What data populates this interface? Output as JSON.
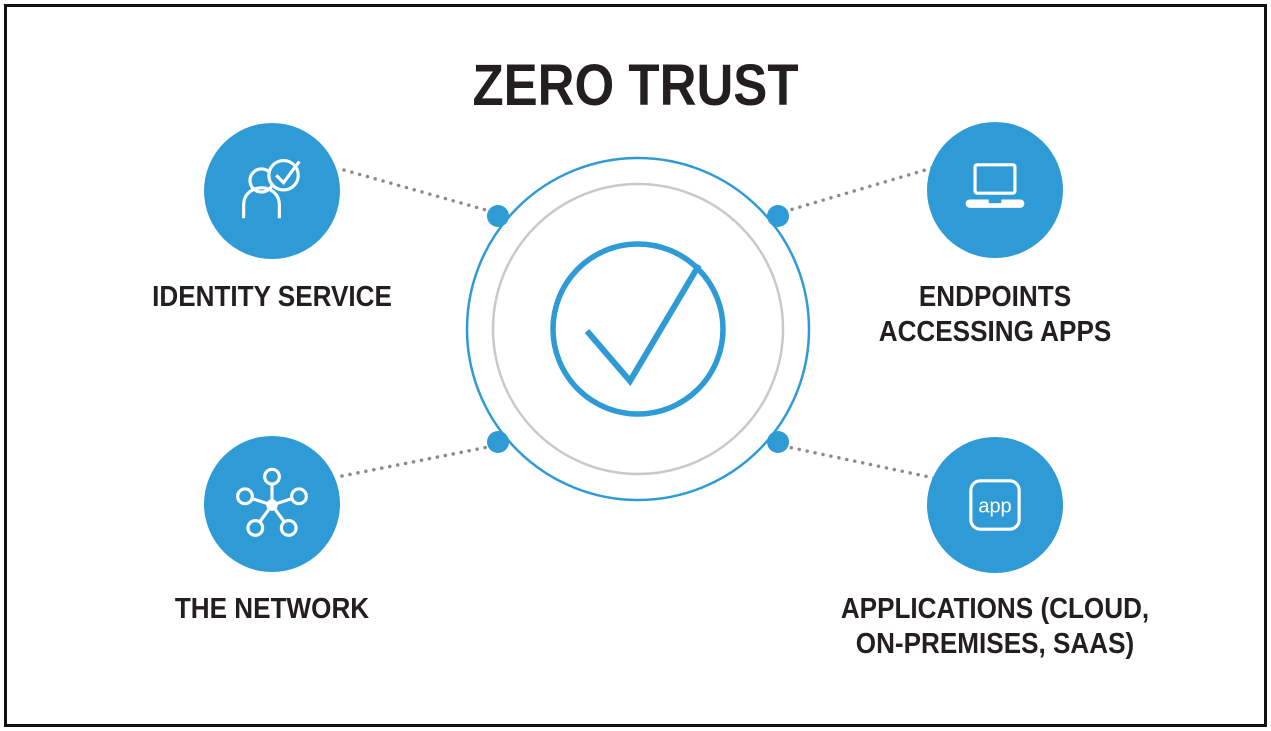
{
  "title": "ZERO TRUST",
  "colors": {
    "accent_blue": "#2E9BD6",
    "ring_gray": "#C9C9C9",
    "text_black": "#231F20",
    "connector_gray": "#8C8C8C",
    "background": "#FFFFFF"
  },
  "center": {
    "icon": "check-icon"
  },
  "nodes": [
    {
      "id": "identity-service",
      "icon": "identity-check-icon",
      "label_lines": [
        "IDENTITY SERVICE"
      ]
    },
    {
      "id": "endpoints",
      "icon": "laptop-icon",
      "label_lines": [
        "ENDPOINTS",
        "ACCESSING APPS"
      ]
    },
    {
      "id": "network",
      "icon": "network-icon",
      "label_lines": [
        "THE NETWORK"
      ]
    },
    {
      "id": "applications",
      "icon": "app-icon",
      "icon_text": "app",
      "label_lines": [
        "APPLICATIONS (CLOUD,",
        "ON-PREMISES, SAAS)"
      ]
    }
  ]
}
